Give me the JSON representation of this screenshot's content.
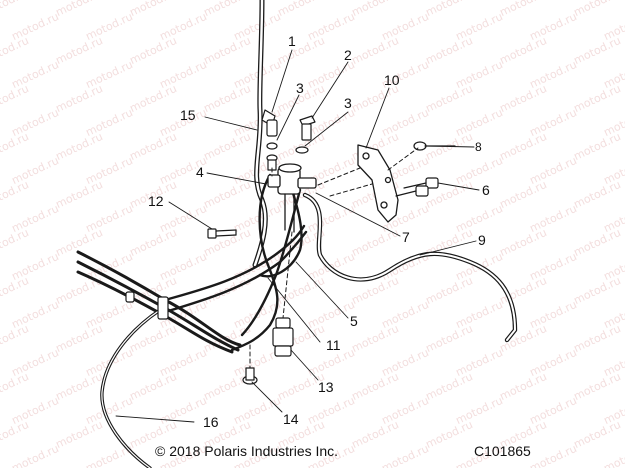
{
  "watermark_text": "motod.ru",
  "callouts": {
    "c1": "1",
    "c2": "2",
    "c3a": "3",
    "c3b": "3",
    "c4": "4",
    "c5": "5",
    "c6": "6",
    "c7": "7",
    "c8": "8",
    "c9": "9",
    "c10": "10",
    "c11": "11",
    "c12": "12",
    "c13": "13",
    "c14": "14",
    "c15": "15",
    "c16": "16"
  },
  "footer": {
    "copyright": "© 2018 Polaris Industries Inc.",
    "figure_id": "C101865"
  }
}
